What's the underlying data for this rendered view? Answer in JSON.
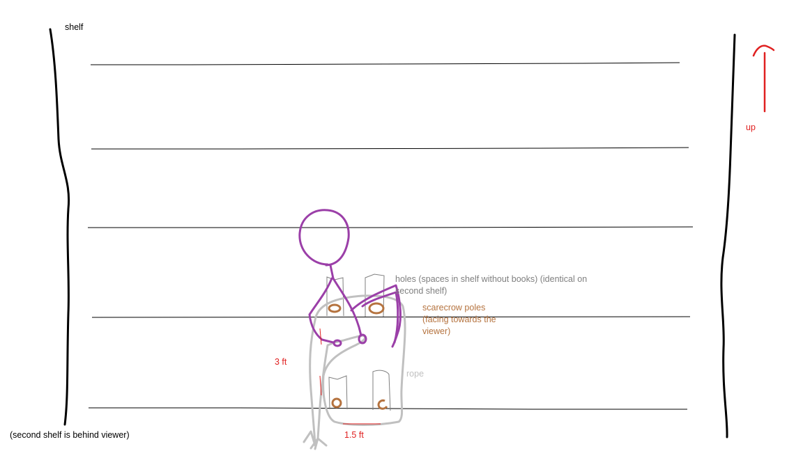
{
  "labels": {
    "shelf": "shelf",
    "up": "up",
    "second_shelf_note": "(second shelf is behind viewer)",
    "holes": "holes (spaces in shelf without books) (identical on second shelf)",
    "scarecrow_poles": "scarecrow poles (facing towards the viewer)",
    "rope": "rope",
    "height": "3 ft",
    "width": "1.5 ft"
  },
  "colors": {
    "shelf_outline": "#000000",
    "arrow": "#e02020",
    "figure": "#9b3fa8",
    "poles": "#b5733f",
    "rope": "#c0c0c0",
    "holes_text": "#7f7f7f",
    "poles_text": "#b5733f",
    "rope_text": "#c0c0c0",
    "measure_text": "#e02020"
  }
}
